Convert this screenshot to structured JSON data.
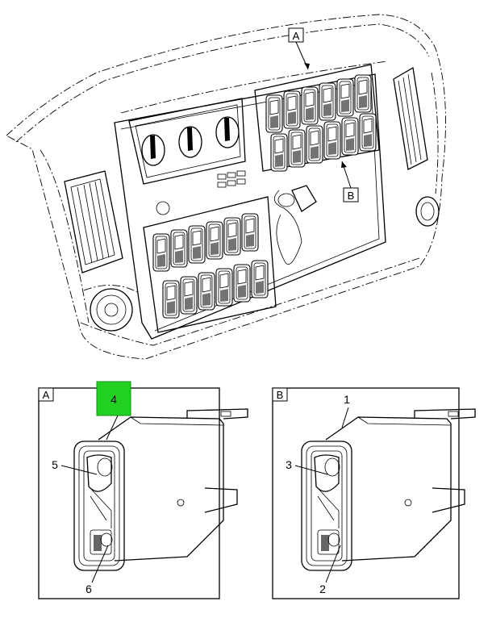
{
  "top_view": {
    "callout_a": "A",
    "callout_b": "B"
  },
  "detail_a": {
    "label": "A",
    "callouts": {
      "top": "4",
      "left_upper": "5",
      "bottom": "6"
    },
    "highlight_color": "#22d022"
  },
  "detail_b": {
    "label": "B",
    "callouts": {
      "top": "1",
      "left_upper": "3",
      "bottom": "2"
    }
  }
}
